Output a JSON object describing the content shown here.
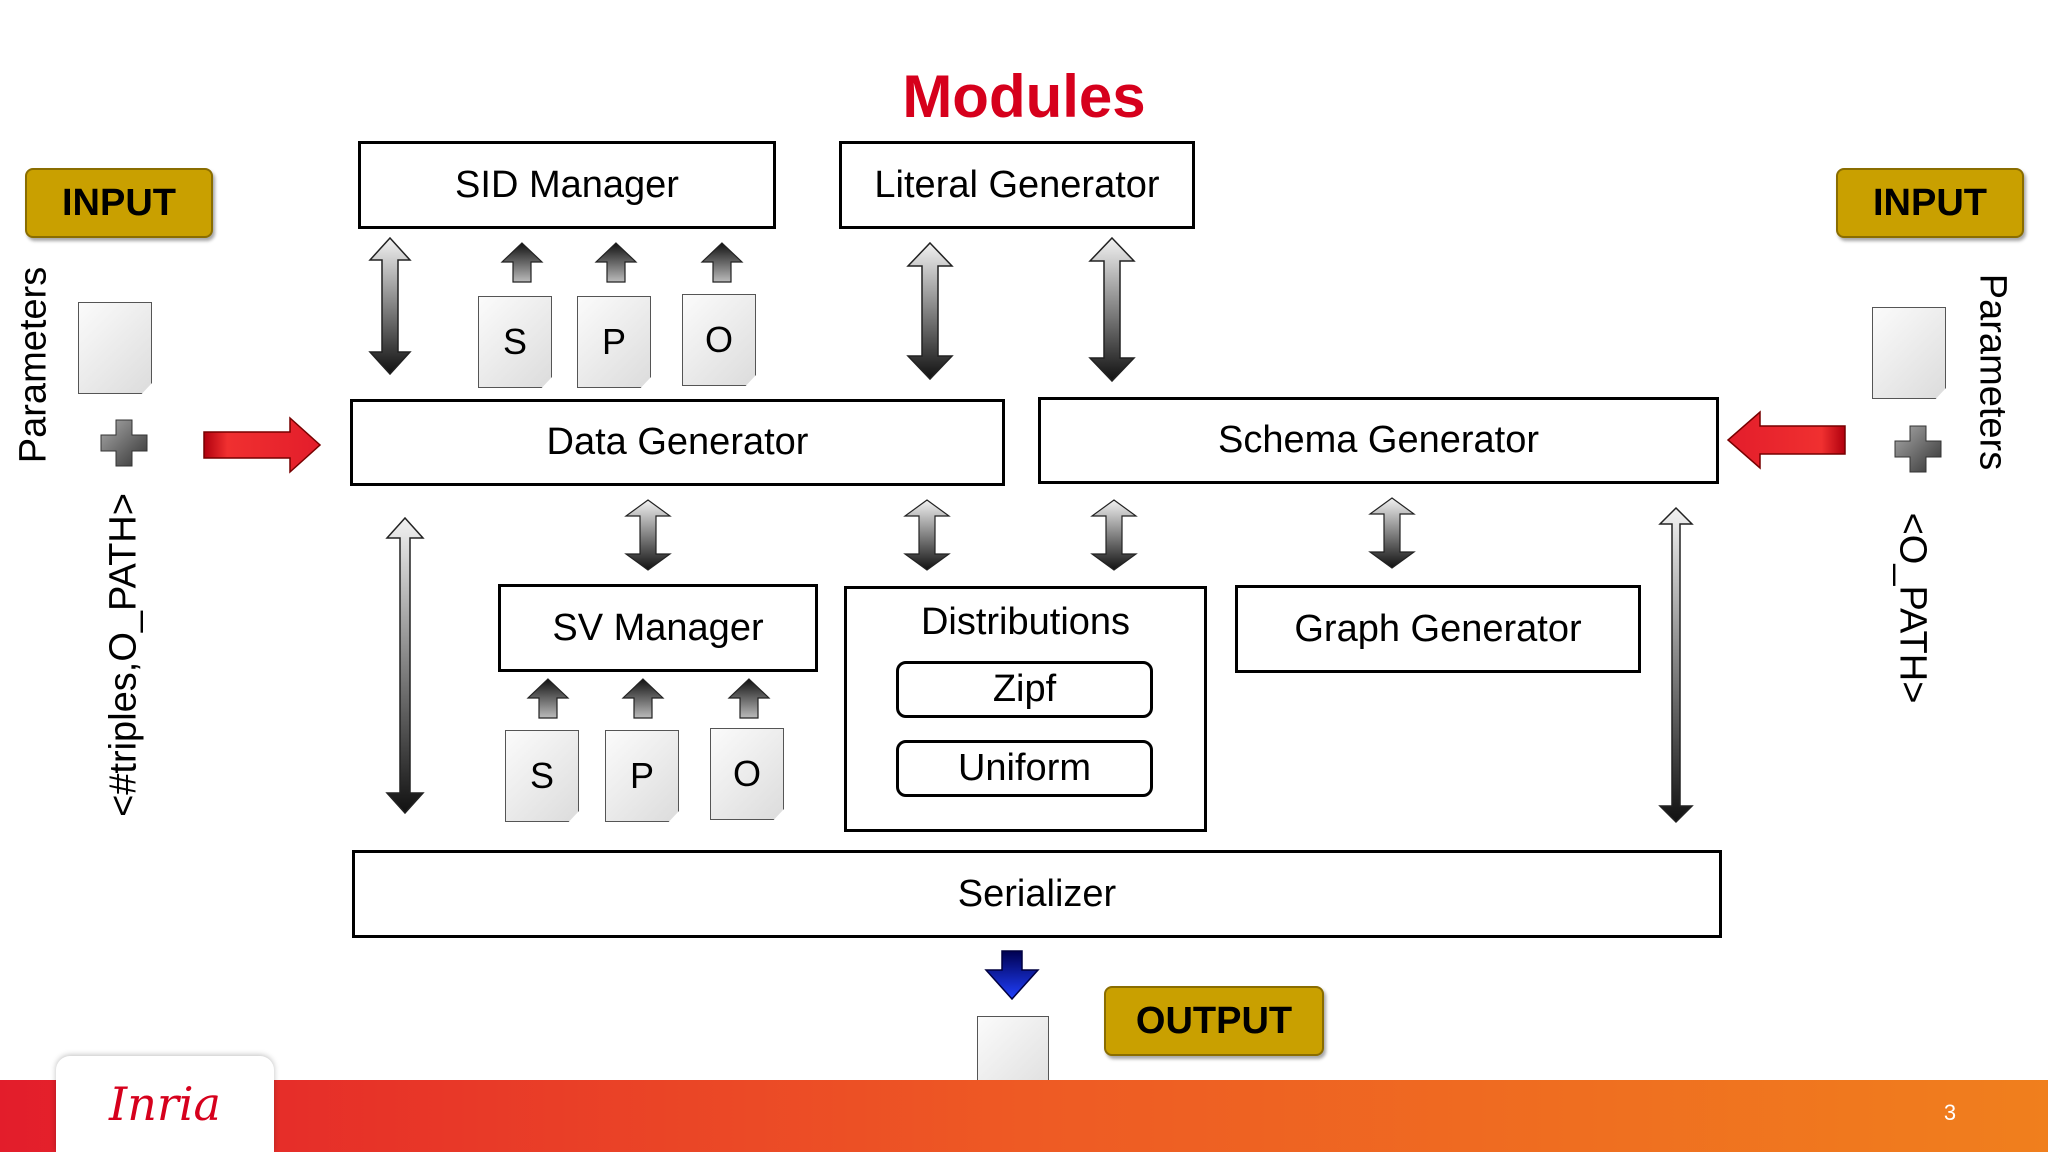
{
  "title": "Modules",
  "input_left": "INPUT",
  "input_right": "INPUT",
  "output": "OUTPUT",
  "params_left": "Parameters",
  "params_right": "Parameters",
  "args_left": "<#triples,O_PATH>",
  "args_right": "<O_PATH>",
  "modules": {
    "sid_manager": "SID Manager",
    "literal_generator": "Literal Generator",
    "data_generator": "Data Generator",
    "schema_generator": "Schema Generator",
    "sv_manager": "SV Manager",
    "distributions": "Distributions",
    "zipf": "Zipf",
    "uniform": "Uniform",
    "graph_generator": "Graph Generator",
    "serializer": "Serializer"
  },
  "sid_pages": [
    "S",
    "P",
    "O"
  ],
  "sv_pages": [
    "S",
    "P",
    "O"
  ],
  "logo": "Inria",
  "page_number": "3",
  "colors": {
    "title": "#d6001c",
    "badge": "#c9a000",
    "input_arrow": "#e31d2b",
    "output_arrow": "#1533e8"
  }
}
